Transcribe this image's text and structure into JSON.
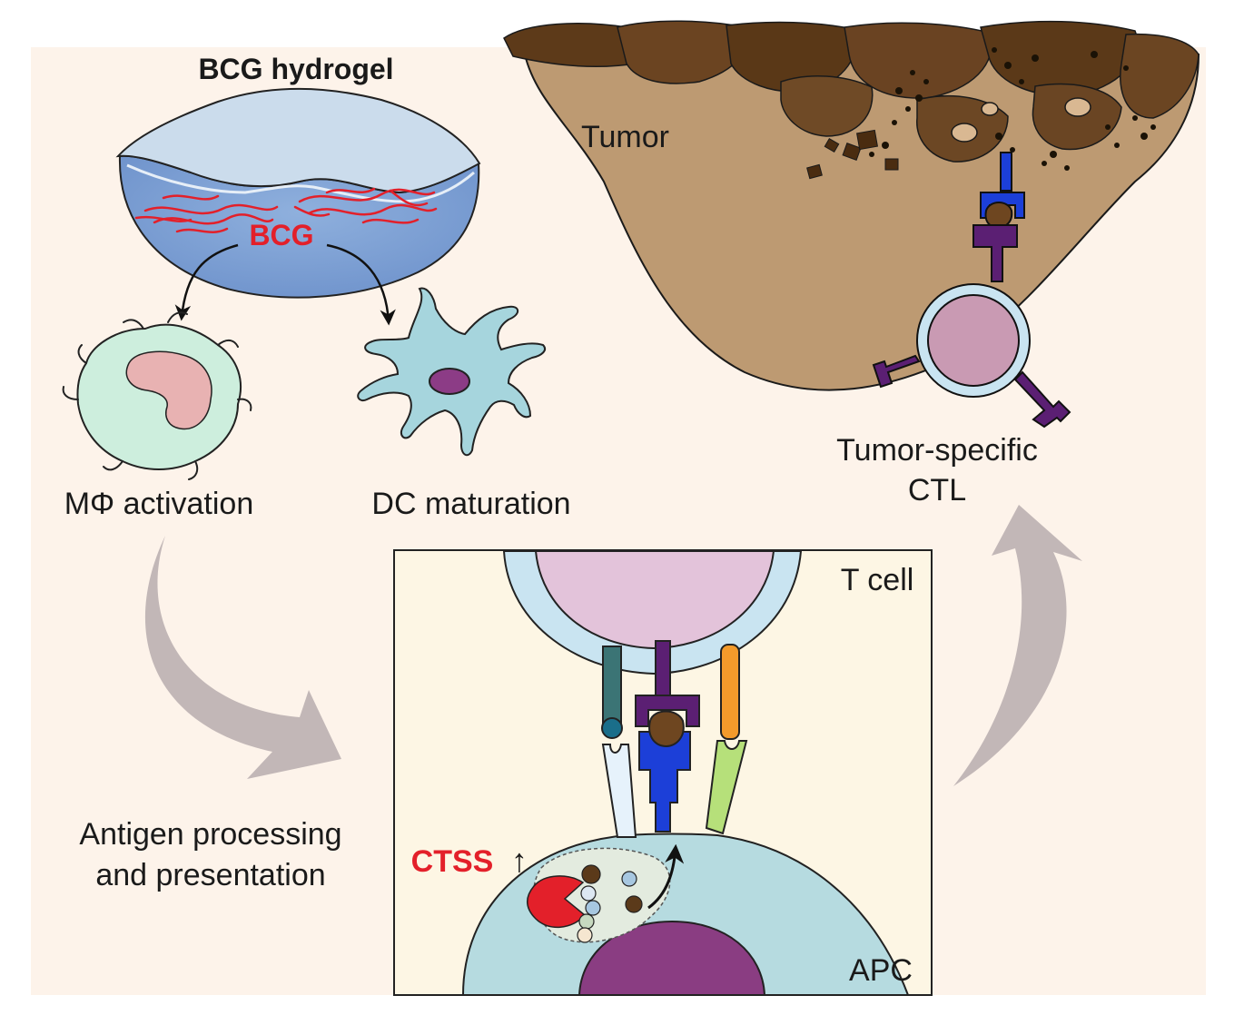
{
  "hydrogel": {
    "title": "BCG hydrogel",
    "label": "BCG"
  },
  "macrophage": {
    "label": "MΦ activation"
  },
  "dendritic_cell": {
    "label": "DC maturation"
  },
  "tumor": {
    "label": "Tumor"
  },
  "ctl": {
    "label_line1": "Tumor-specific",
    "label_line2": "CTL"
  },
  "antigen": {
    "label_line1": "Antigen processing",
    "label_line2": "and presentation"
  },
  "inset": {
    "tcell_label": "T cell",
    "apc_label": "APC",
    "ctss_label": "CTSS",
    "ctss_arrow": "↑"
  },
  "colors": {
    "background": "#fdf3ea",
    "bcg_red": "#e3202a",
    "tumor_brown": "#bd9a72",
    "tumor_top": "#5a3a18",
    "mhc_blue": "#1c3fd8",
    "tcr_purple": "#5b1f73",
    "ctl_nucleus": "#c99ab3",
    "dc_cyan": "#a6d5dd",
    "macrophage_green": "#cdeedd",
    "apc_blue": "#b6dbe0",
    "inset_bg": "#fdf6e4",
    "grey_arrow": "#c2b7b7"
  }
}
